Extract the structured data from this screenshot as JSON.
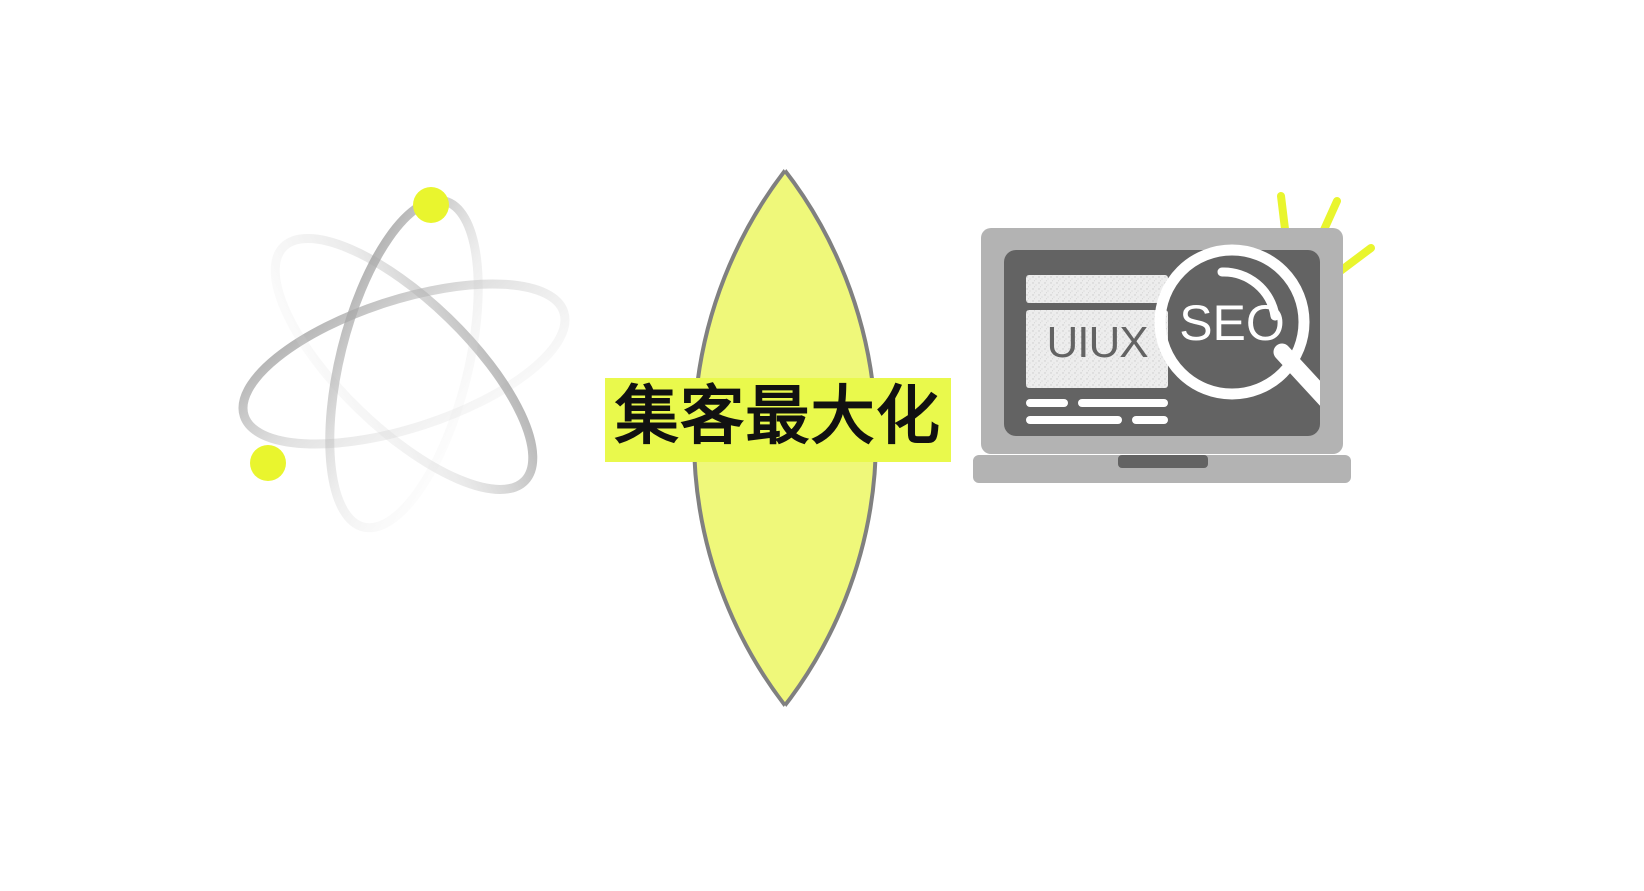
{
  "graphic": {
    "type": "venn-diagram",
    "description": "Two overlapping white circles with a highlighted lens intersection",
    "colors": {
      "circle_fill": "#FFFFFF",
      "circle_stroke": "#808080",
      "lens_fill": "#EFF87A",
      "highlight_bar": "#E9F94C",
      "accent_yellow": "#E9F52E",
      "label_text": "#111111",
      "device_body": "#B3B3B3",
      "device_screen": "#636363",
      "device_content": "#EDEDED",
      "orbit_gray": "#9B9B9B"
    }
  },
  "left_circle": {
    "icon_name": "atom-orbit-icon",
    "nucleus_dots": 2
  },
  "right_circle": {
    "icon_name": "laptop-seo-icon",
    "screen_headline": "UIUX",
    "magnifier_label": "SEO",
    "sparkles": 3
  },
  "center": {
    "label": "集客最大化"
  }
}
